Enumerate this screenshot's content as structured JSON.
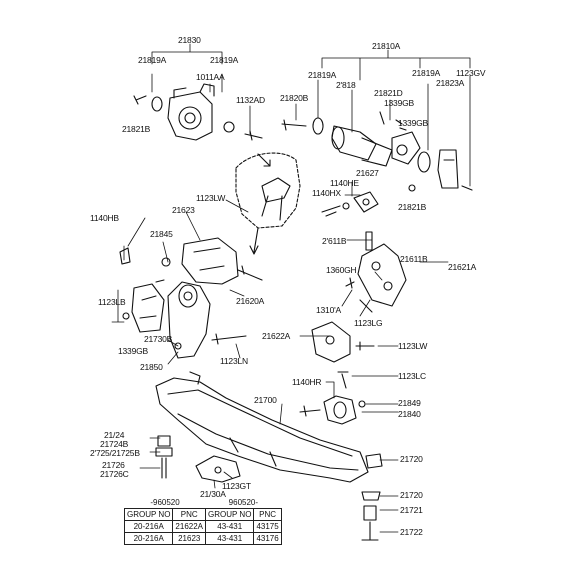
{
  "labels": {
    "l21830": "21830",
    "l21810A": "21810A",
    "l21819A_a": "21819A",
    "l21819A_b": "21819A",
    "l1011AA": "1011AA",
    "l1132AD": "1132AD",
    "l21820B": "21820B",
    "l21819A_c": "21819A",
    "l21818": "2'818",
    "l21821D": "21821D",
    "l21819A_d": "21819A",
    "l21823A": "21823A",
    "l1123GV": "1123GV",
    "l1339GB_a": "1339GB",
    "l1339GB_b": "1339GB",
    "l21821B_a": "21821B",
    "l21627": "21627",
    "l1140HE": "1140HE",
    "l1140HX": "1140HX",
    "l21821B_b": "21821B",
    "l1123LW_a": "1123LW",
    "l21623": "21623",
    "l1140HB": "1140HB",
    "l21845": "21845",
    "l21611B_a": "2'611B",
    "l21611B_b": "21611B",
    "l21621A": "21621A",
    "l1360GH": "1360GH",
    "l1310A": "1310'A",
    "l1123LG": "1123LG",
    "l21620A": "21620A",
    "l1123LB": "1123LB",
    "l21730B": "21730B",
    "l1339GB_c": "1339GB",
    "l21850": "21850",
    "l1123LN": "1123LN",
    "l21622A": "21622A",
    "l1123LW_b": "1123LW",
    "l1123LC": "1123LC",
    "l1140HR": "1140HR",
    "l21700": "21700",
    "l21849": "21849",
    "l21840": "21840",
    "l21724": "21/24",
    "l21724B": "21724B",
    "l21725": "2'725/21725B",
    "l21720_a": "21720",
    "l21726": "21726",
    "l21726C": "21726C",
    "l1123GT": "1123GT",
    "l21730A": "21/30A",
    "l21720_b": "21720",
    "l21721": "21721",
    "l21722": "21722"
  },
  "table": {
    "range_left": "-960520",
    "range_right": "960520-",
    "header": [
      "GROUP NO",
      "PNC",
      "GROUP NO",
      "PNC"
    ],
    "rows": [
      [
        "20-216A",
        "21622A",
        "43-431",
        "43175"
      ],
      [
        "20-216A",
        "21623",
        "43-431",
        "43176"
      ]
    ]
  }
}
